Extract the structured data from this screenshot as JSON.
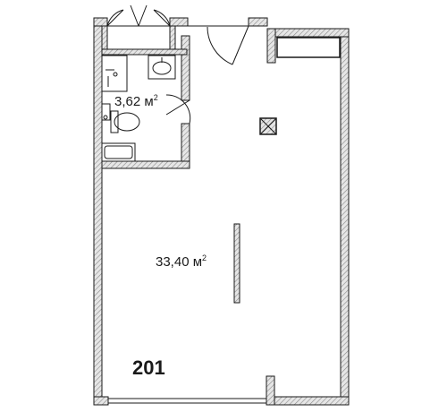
{
  "plan": {
    "unit_number": "201",
    "rooms": [
      {
        "area": "3,62 м",
        "unit_exp": "2"
      },
      {
        "area": "33,40 м",
        "unit_exp": "2"
      }
    ],
    "colors": {
      "wall_hatch": "#cfcfcf",
      "line": "#1a1a1a",
      "background": "#ffffff"
    },
    "icons": [
      "sink-icon",
      "toilet-icon",
      "shower-tray-icon",
      "washing-machine-icon",
      "column-icon",
      "door-swing-icon"
    ]
  }
}
